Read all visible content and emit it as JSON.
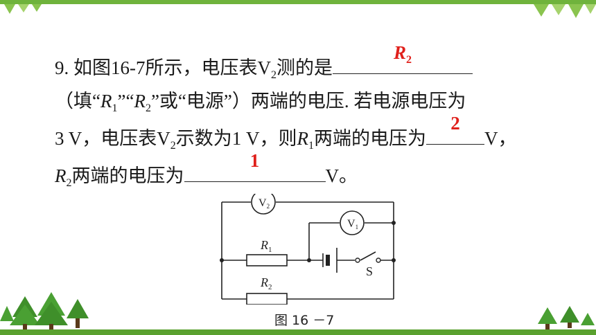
{
  "question": {
    "number": "9.",
    "line1_text": "如图16-7所示，电压表V",
    "line1_sub": "2",
    "line1_tail": "测的是",
    "answer1": {
      "letter": "R",
      "sub": "2"
    },
    "line2_open": "（填“",
    "line2_r": "R",
    "line2_r1sub": "1",
    "line2_mid": "”“",
    "line2_r2sub": "2",
    "line2_close": "”或“电源”）两端的电压. 若电源电压为",
    "line3_a": "3 V，电压表V",
    "line3_sub": "2",
    "line3_b": "示数为1 V，则",
    "line3_r": "R",
    "line3_rsub": "1",
    "line3_c": "两端的电压为",
    "answer2": "2",
    "line3_d": "V，",
    "line4_r": "R",
    "line4_rsub": "2",
    "line4_a": "两端的电压为",
    "answer3": "1",
    "line4_b": "V。"
  },
  "figure": {
    "caption": "图 16 －7",
    "labels": {
      "v2": "V",
      "v2_sub": "2",
      "v1": "V",
      "v1_sub": "1",
      "r1": "R",
      "r1_sub": "1",
      "r2": "R",
      "r2_sub": "2",
      "switch": "S"
    }
  },
  "colors": {
    "accent_green": "#6fb33c",
    "answer_red": "#e0201b"
  }
}
